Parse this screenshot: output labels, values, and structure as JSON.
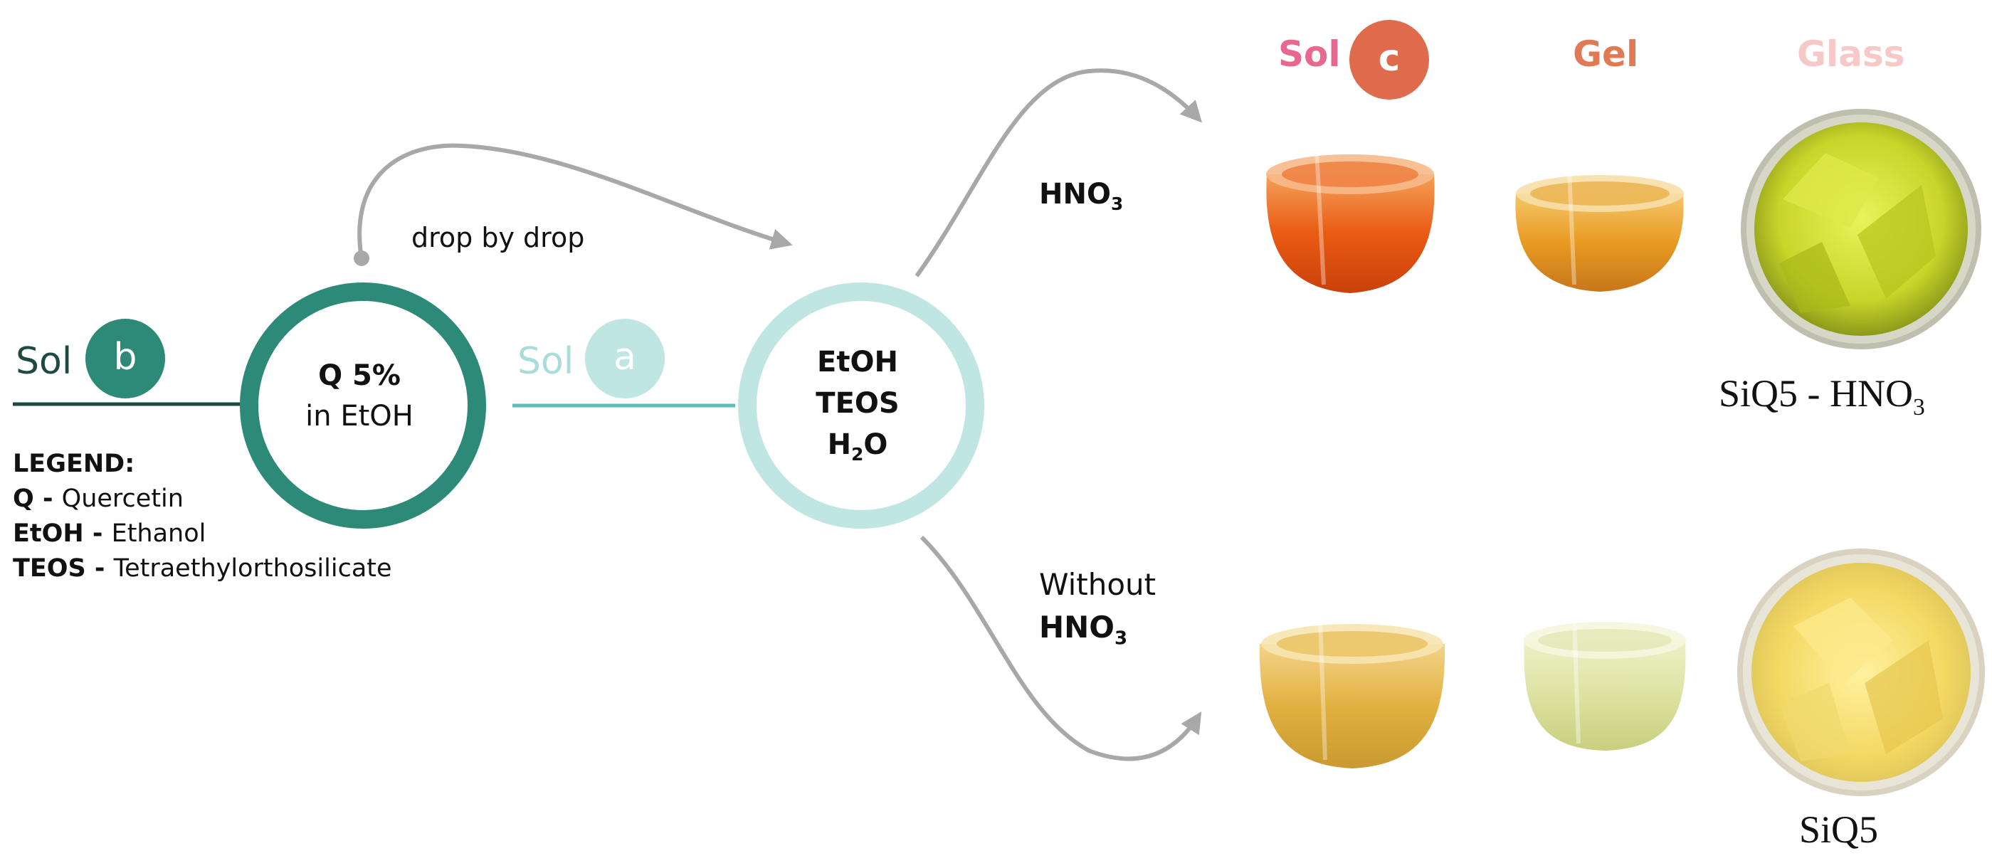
{
  "solB": {
    "text": "Sol",
    "badge": "b"
  },
  "solA": {
    "text": "Sol",
    "badge": "a"
  },
  "solC": {
    "badge": "c"
  },
  "qCircle": {
    "line1": "Q 5%",
    "line2": "in EtOH"
  },
  "mixCircle": {
    "line1": "EtOH",
    "line2": "TEOS",
    "line3_main": "H",
    "line3_sub": "2",
    "line3_tail": "O"
  },
  "dropLabel": "drop by drop",
  "legend": {
    "title": "LEGEND:",
    "items": [
      {
        "key": "Q",
        "sep": " - ",
        "value": "Quercetin"
      },
      {
        "key": "EtOH",
        "sep": " - ",
        "value": "Ethanol"
      },
      {
        "key": "TEOS",
        "sep": " - ",
        "value": "Tetraethylorthosilicate"
      }
    ]
  },
  "branchTop": {
    "main": "HNO",
    "sub": "3"
  },
  "branchBottom": {
    "line1": "Without",
    "main": "HNO",
    "sub": "3"
  },
  "columns": {
    "sol": "Sol",
    "gel": "Gel",
    "glass": "Glass"
  },
  "samples": {
    "top": {
      "label_main": "SiQ5 - HNO",
      "label_sub": "3"
    },
    "bottom": {
      "label": "SiQ5"
    }
  },
  "colors": {
    "darkTeal": "#2e8a78",
    "lightTeal": "#bfe6e2",
    "solTitle": "#e8688e",
    "gelTitle": "#e07a55",
    "glassTitle": "#f6c8c8",
    "arrowGray": "#a8a8a8"
  }
}
